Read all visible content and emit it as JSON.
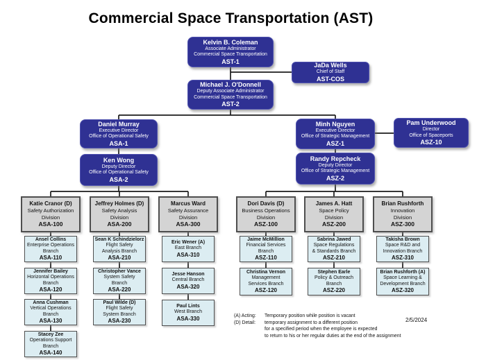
{
  "title": "Commercial Space Transportation (AST)",
  "boxes": {
    "ast1": {
      "name": "Kelvin B. Coleman",
      "line1": "Associate Administrator",
      "line2": "Commercial Space Transportation",
      "code": "AST-1"
    },
    "astcos": {
      "name": "JaDa Wells",
      "line1": "Chief of Staff",
      "code": "AST-COS"
    },
    "ast2": {
      "name": "Michael J. O'Donnell",
      "line1": "Deputy Associate Administrator",
      "line2": "Commercial Space Transportation",
      "code": "AST-2"
    },
    "asa1": {
      "name": "Daniel Murray",
      "line1": "Executive Director",
      "line2": "Office of Operational Safety",
      "code": "ASA-1"
    },
    "asz1": {
      "name": "Minh Nguyen",
      "line1": "Executive Director",
      "line2": "Office of Strategic Management",
      "code": "ASZ-1"
    },
    "asz10": {
      "name": "Pam Underwood",
      "line1": "Director",
      "line2": "Office of Spaceports",
      "code": "ASZ-10"
    },
    "asa2": {
      "name": "Ken Wong",
      "line1": "Deputy Director",
      "line2": "Office of Operational Safety",
      "code": "ASA-2"
    },
    "asz2": {
      "name": "Randy Repcheck",
      "line1": "Deputy Director",
      "line2": "Office of Strategic Management",
      "code": "ASZ-2"
    },
    "asa100": {
      "name": "Katie Cranor (D)",
      "line1": "Safety Authorization",
      "line2": "Division",
      "code": "ASA-100"
    },
    "asa200": {
      "name": "Jeffrey Holmes (D)",
      "line1": "Safety Analysis",
      "line2": "Division",
      "code": "ASA-200"
    },
    "asa300": {
      "name": "Marcus Ward",
      "line1": "Safety Assurance",
      "line2": "Division",
      "code": "ASA-300"
    },
    "asz100": {
      "name": "Dori Davis (D)",
      "line1": "Business Operations",
      "line2": "Division",
      "code": "ASZ-100"
    },
    "asz200": {
      "name": "James A. Hatt",
      "line1": "Space Policy",
      "line2": "Division",
      "code": "ASZ-200"
    },
    "asz300": {
      "name": "Brian Rushforth",
      "line1": "Innovation",
      "line2": "Division",
      "code": "ASZ-300"
    },
    "asa110": {
      "name": "Ansel Collins",
      "line1": "Enterprise Operations",
      "line2": "Branch",
      "code": "ASA-110"
    },
    "asa120": {
      "name": "Jennifer Bailey",
      "line1": "Horizontal Operations",
      "line2": "Branch",
      "code": "ASA-120"
    },
    "asa130": {
      "name": "Anna Cushman",
      "line1": "Vertical Operations",
      "line2": "Branch",
      "code": "ASA-130"
    },
    "asa140": {
      "name": "Stacey Zee",
      "line1": "Operations Support",
      "line2": "Branch",
      "code": "ASA-140"
    },
    "asa210": {
      "name": "Sean K Schindzielorz",
      "line1": "Flight Safety",
      "line2": "Analysis Branch",
      "code": "ASA-210"
    },
    "asa220": {
      "name": "Christopher Vance",
      "line1": "System Safety",
      "line2": "Branch",
      "code": "ASA-220"
    },
    "asa230": {
      "name": "Paul Wilde (D)",
      "line1": "Flight Safety",
      "line2": "System Branch",
      "code": "ASA-230"
    },
    "asa310": {
      "name": "Eric Wener (A)",
      "line1": "East Branch",
      "code": "ASA-310"
    },
    "asa320": {
      "name": "Jesse Hanson",
      "line1": "Central Branch",
      "code": "ASA-320"
    },
    "asa330": {
      "name": "Paul Lints",
      "line1": "West Branch",
      "code": "ASA-330"
    },
    "asz110": {
      "name": "Jaime McMillion",
      "line1": "Financial Services",
      "line2": "Branch",
      "code": "ASZ-110"
    },
    "asz120": {
      "name": "Christina Vernon",
      "line1": "Management",
      "line2": "Services Branch",
      "code": "ASZ-120"
    },
    "asz210": {
      "name": "Sabrina Jawed",
      "line1": "Space Regulations",
      "line2": "& Standards Branch",
      "code": "ASZ-210"
    },
    "asz220": {
      "name": "Stephen Earle",
      "line1": "Policy & Outreach",
      "line2": "Branch",
      "code": "ASZ-220"
    },
    "asz310": {
      "name": "Takisha Brown",
      "line1": "Space R&D and",
      "line2": "Innovation Branch",
      "code": "ASZ-310"
    },
    "asz320": {
      "name": "Brian Rushforth (A)",
      "line1": "Space Learning &",
      "line2": "Development Branch",
      "code": "ASZ-320"
    }
  },
  "legend": {
    "acting_label": "(A) Acting:",
    "acting_text": "Temporary position while position is vacant",
    "detail_label": "(D) Detail:",
    "detail_lines": [
      "temporary assignment to a different position",
      "for a specified period when the employee is expected",
      "to return to his or her regular duties at the end of the assignment"
    ],
    "date": "2/5/2024"
  },
  "colors": {
    "box_blue": "#2F3193",
    "box_gray": "#D4D4D4",
    "box_light_blue": "#DCEDF2"
  }
}
